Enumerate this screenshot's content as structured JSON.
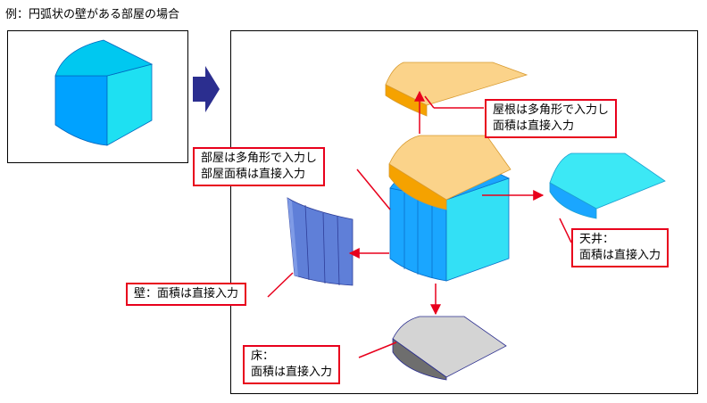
{
  "title": "例：円弧状の壁がある部屋の場合",
  "callouts": {
    "room": [
      "部屋は多角形で入力し",
      "部屋面積は直接入力"
    ],
    "roof": [
      "屋根は多角形で入力し",
      "面積は直接入力"
    ],
    "ceiling": [
      "天井：",
      "面積は直接入力"
    ],
    "wall": [
      "壁：面積は直接入力"
    ],
    "floor": [
      "床：",
      "面積は直接入力"
    ]
  },
  "colors": {
    "arrow_red": "#e8001c",
    "big_arrow": "#2b2e8f",
    "roof_light": "#fbd38a",
    "roof_dark": "#f5a200",
    "room_blue": "#1aa6ff",
    "room_cyan": "#33e0f5",
    "wall_blue": "#5f7fd8",
    "floor_gray": "#d4d4d4"
  }
}
